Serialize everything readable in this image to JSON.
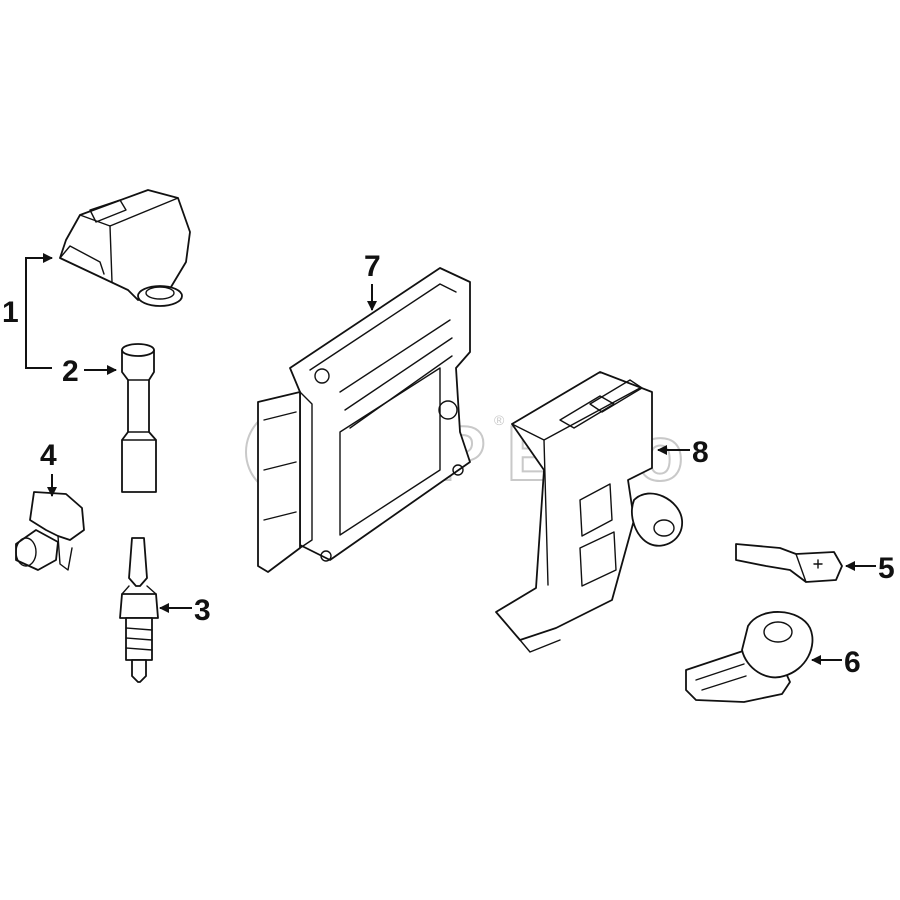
{
  "watermark": {
    "text": "FCP Euro",
    "mark": "®"
  },
  "callouts": [
    {
      "num": "1"
    },
    {
      "num": "2"
    },
    {
      "num": "3"
    },
    {
      "num": "4"
    },
    {
      "num": "5"
    },
    {
      "num": "6"
    },
    {
      "num": "7"
    },
    {
      "num": "8"
    }
  ],
  "colors": {
    "line": "#111111",
    "watermark": "#c9c9c9",
    "background": "#ffffff"
  }
}
